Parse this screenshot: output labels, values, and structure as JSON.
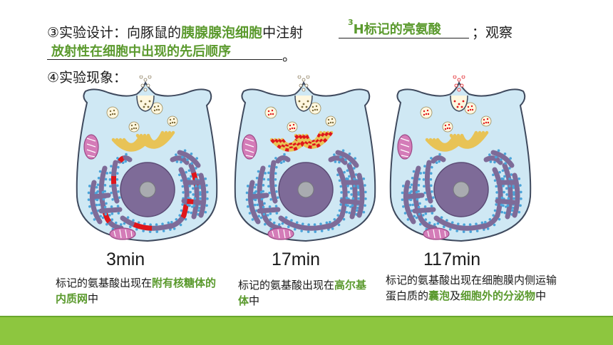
{
  "design": {
    "prefix": "③实验设计：向豚鼠的",
    "highlight": "胰腺腺泡细胞",
    "middle": "中注射",
    "answer1_sup": "3",
    "answer1": "H标记的亮氨酸",
    "suffix": "；观察",
    "answer2": "放射性在细胞中出现的先后顺序",
    "end": "。"
  },
  "phenomenon_label": "④实验现象：",
  "panels": [
    {
      "time": "3min",
      "caption_plain": "标记的氨基酸出现在",
      "caption_green1": "附有核糖体的内质网",
      "caption_tail": "中"
    },
    {
      "time": "17min",
      "caption_plain": "标记的氨基酸出现在",
      "caption_green1": "高尔基体",
      "caption_tail": "中"
    },
    {
      "time": "117min",
      "caption_plain": "标记的氨基酸出现在细胞膜内侧运输蛋白质的",
      "caption_green1": "囊泡",
      "caption_mid": "及",
      "caption_green2": "细胞外的分泌物",
      "caption_tail": "中"
    }
  ],
  "colors": {
    "cytoplasm": "#cfe8f4",
    "membrane": "#3f4a5e",
    "er": "#7e6b98",
    "ribosome": "#4aa3d9",
    "label": "#e0161b",
    "golgi": "#e8c356",
    "mito": "#d47cb8",
    "accent_green": "#5b9a2e",
    "footer": "#8dc63f"
  }
}
